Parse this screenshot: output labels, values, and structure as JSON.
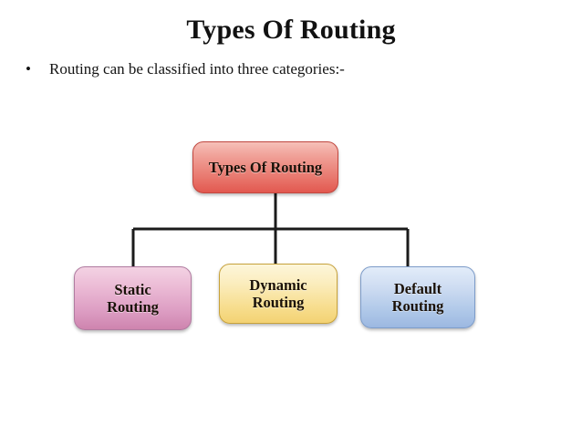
{
  "slide": {
    "title": "Types Of Routing",
    "bullet": {
      "marker": "•",
      "text": "Routing can be classified into three categories:-"
    }
  },
  "chart_data": {
    "type": "diagram",
    "diagram_kind": "hierarchy-tree",
    "title": "Types Of Routing",
    "root": {
      "id": "root",
      "label": "Types Of Routing",
      "fill_top": "#f6c0b8",
      "fill_bottom": "#e2584f",
      "border": "#c1473f"
    },
    "children": [
      {
        "id": "static",
        "label": "Static\nRouting",
        "fill_top": "#f3d2e3",
        "fill_bottom": "#ce84ae",
        "border": "#b07ba0"
      },
      {
        "id": "dynamic",
        "label": "Dynamic\nRouting",
        "fill_top": "#fdf6da",
        "fill_bottom": "#f3d273",
        "border": "#c7a23c"
      },
      {
        "id": "default",
        "label": "Default\nRouting",
        "fill_top": "#e2ecf9",
        "fill_bottom": "#9cb8e1",
        "border": "#7d9cc9"
      }
    ],
    "connector_color": "#1b1b1b",
    "background": "#ffffff"
  }
}
